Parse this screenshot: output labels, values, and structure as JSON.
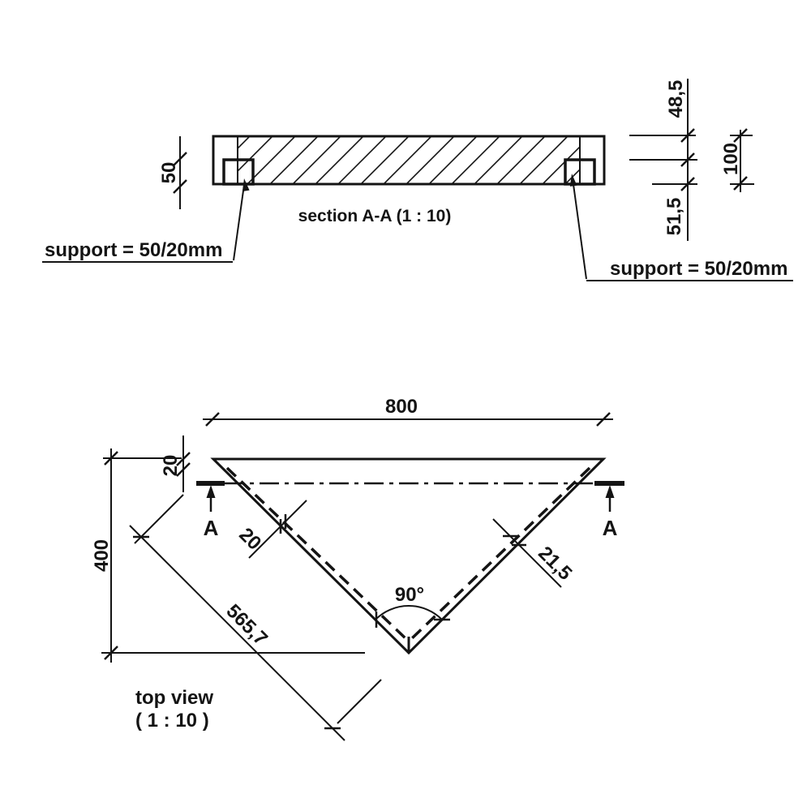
{
  "drawing": {
    "section_view": {
      "title": "section A-A (1 : 10)",
      "dims": {
        "support_height": "50",
        "top_offset": "48,5",
        "total_height": "100",
        "bottom_offset": "51,5"
      },
      "support_label_left": "support = 50/20mm",
      "support_label_right": "support = 50/20mm"
    },
    "top_view": {
      "title_line1": "top view",
      "title_line2": "( 1 : 10 )",
      "dims": {
        "width": "800",
        "height": "400",
        "top_edge_offset": "20",
        "left_bar_thickness": "20",
        "right_bar_thickness": "21,5",
        "diagonal_length": "565,7",
        "vertex_angle": "90°"
      },
      "cut_label_left": "A",
      "cut_label_right": "A"
    },
    "colors": {
      "ink": "#141414",
      "background": "#ffffff"
    }
  }
}
